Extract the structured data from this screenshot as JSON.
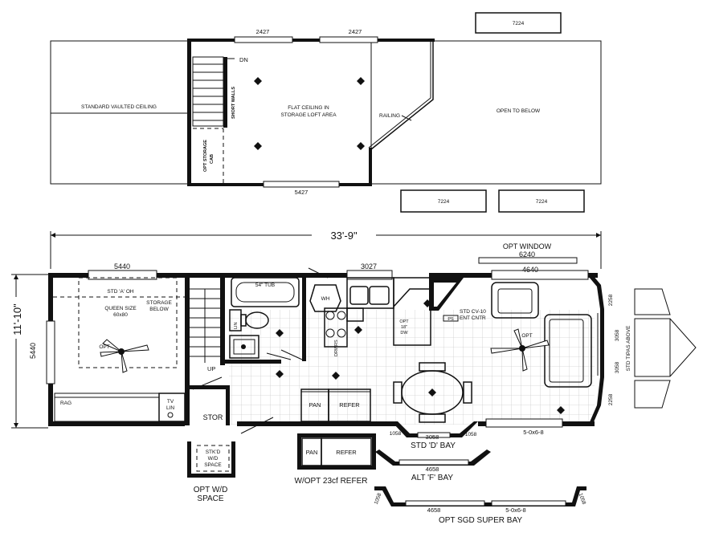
{
  "loft": {
    "dims": {
      "top_left": "2427",
      "top_right": "2427",
      "bottom": "5427"
    },
    "boxes": {
      "top": "7224",
      "bottom_left": "7224",
      "bottom_right": "7224"
    },
    "labels": {
      "vaulted": "STANDARD VAULTED CEILING",
      "dn": "DN",
      "short_walls": "SHORT WALLS",
      "flat_ceiling_1": "FLAT CEILING IN",
      "flat_ceiling_2": "STORAGE LOFT AREA",
      "railing": "RAILING",
      "open_below": "OPEN TO BELOW",
      "opt_storage_1": "OPT STORAGE",
      "opt_storage_2": "CAB"
    }
  },
  "main": {
    "overall_length": "33'-9\"",
    "overall_width": "11'-10\"",
    "left_window": "5440",
    "dims": {
      "bed_window": "5440",
      "kitchen_window": "3027",
      "living_window": "4640",
      "opt_window_label": "OPT WINDOW",
      "opt_window_dim": "6240",
      "bay_center": "3058",
      "bay_left": "1058",
      "bay_right": "1058",
      "slider": "5-0x6-8",
      "end_top": "2258",
      "end_mid_top": "3058",
      "end_mid_bottom": "3058",
      "end_bottom": "2258"
    },
    "labels": {
      "std_a_oh": "STD 'A' OH",
      "queen_1": "QUEEN SIZE",
      "queen_2": "60x80",
      "storage_1": "STORAGE",
      "storage_2": "BELOW",
      "opt_fan_bed": "OPT",
      "rag": "RAG",
      "tv_1": "TV",
      "tv_2": "LIN",
      "stor": "STOR",
      "up": "UP",
      "tub": "54\" TUB",
      "lin": "LIN",
      "wh": "WH",
      "drwrs": "DRWRS",
      "opt_dw_1": "OPT",
      "opt_dw_2": "18\"",
      "opt_dw_3": "DW",
      "pan": "PAN",
      "refer": "REFER",
      "std_cv_1": "STD CV-10",
      "std_cv_2": "ENT CNTR",
      "ps": "PS",
      "opt_fan_living": "OPT",
      "std_tipas": "STD TIPAS ABOVE"
    }
  },
  "options": {
    "std_d_bay": "STD 'D' BAY",
    "alt_f_bay": "ALT 'F' BAY",
    "alt_f_dim": "4658",
    "sgd_bay": "OPT SGD SUPER BAY",
    "sgd_left": "1058",
    "sgd_dim": "4658",
    "sgd_slider": "5-0x6-8",
    "sgd_right": "1058",
    "refer_opt_pan": "PAN",
    "refer_opt_refer": "REFER",
    "refer_opt_caption": "W/OPT 23cf REFER",
    "wd_1": "STK'D",
    "wd_2": "W/D",
    "wd_3": "SPACE",
    "wd_caption_1": "OPT W/D",
    "wd_caption_2": "SPACE"
  }
}
